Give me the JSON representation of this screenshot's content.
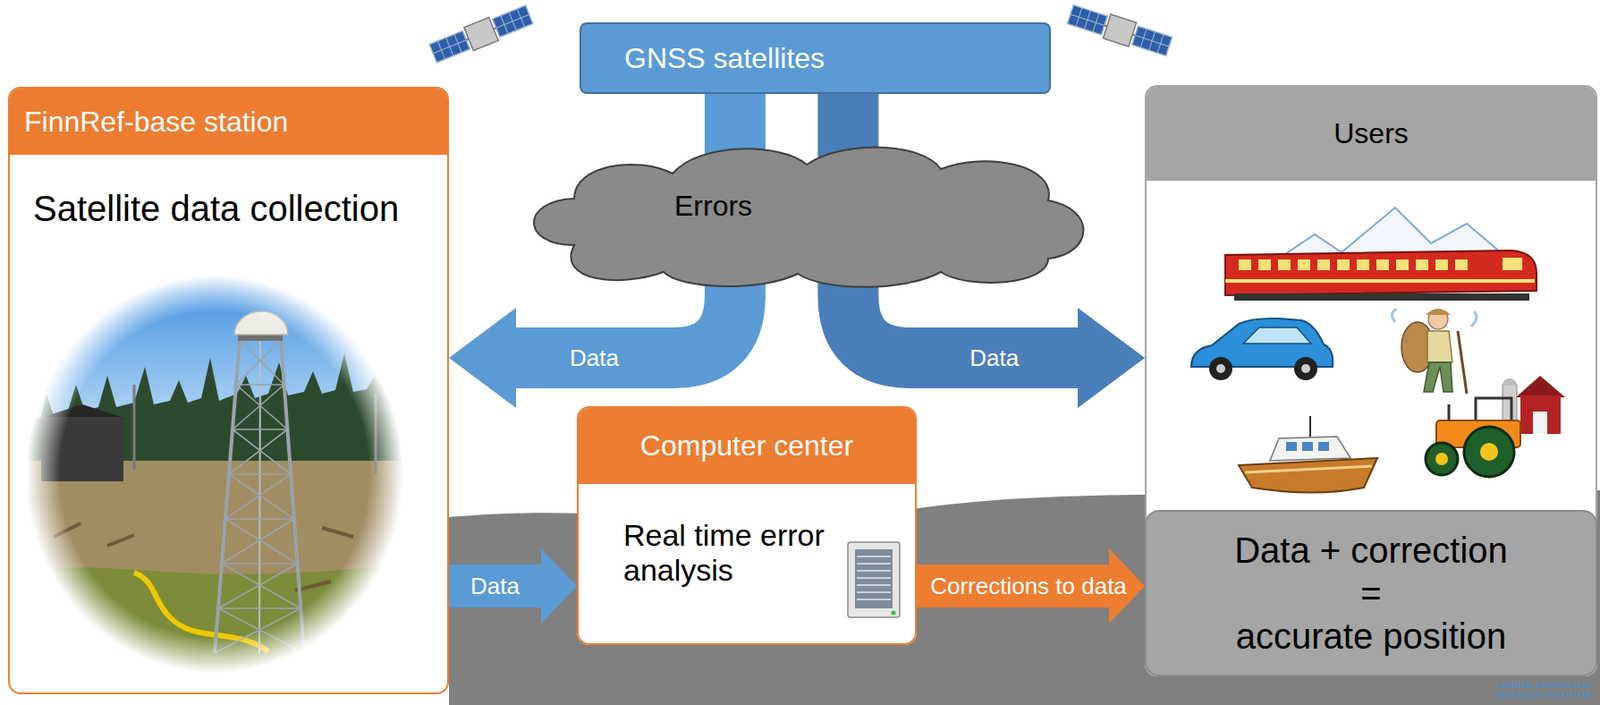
{
  "diagram": {
    "nodes": [
      {
        "text": [
          "GNSS satellites"
        ]
      },
      {
        "text": [
          "FinnRef-base station",
          "Satellite data collection"
        ]
      },
      {
        "text": [
          "Errors"
        ]
      },
      {
        "text": [
          "Computer center",
          "Real time error analysis"
        ]
      },
      {
        "text": [
          "Users"
        ]
      },
      {
        "text": [
          "Data + correction",
          "=",
          "accurate position"
        ],
        "in": 4
      }
    ],
    "edges": [
      {
        "from": 0,
        "to": 1,
        "label": "Data",
        "arrow": "to"
      },
      {
        "from": 0,
        "to": 4,
        "label": "Data",
        "arrow": "to"
      },
      {
        "from": 1,
        "to": 3,
        "label": "Data",
        "arrow": "to"
      },
      {
        "from": 3,
        "to": 5,
        "label": "Corrections to data",
        "arrow": "to"
      }
    ],
    "labels": [
      "FINNISH GEOSPATIAL",
      "RESEARCH INSTITUTE"
    ]
  }
}
